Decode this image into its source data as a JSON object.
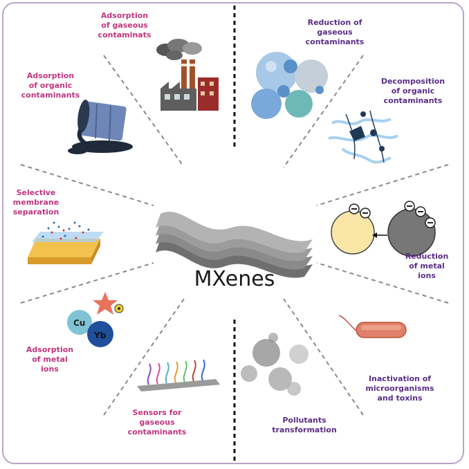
{
  "center_label": "MXenes",
  "labels": {
    "adsorption_gaseous": "Adsorption\nof gaseous\ncontaminats",
    "adsorption_organic": "Adsorption\nof organic\ncontaminants",
    "selective_membrane": "Selective\nmembrane\nseparation",
    "adsorption_metal": "Adsorption\nof metal\nions",
    "sensors_gaseous": "Sensors for\ngaseous\ncontaminants",
    "pollutants_transformation": "Pollutants\ntransformation",
    "inactivation": "Inactivation of\nmicroorganisms\nand toxins",
    "reduction_metal": "Reduction\nof metal\nions",
    "decomposition_organic": "Decomposition\nof organic\ncontaminants",
    "reduction_gaseous": "Reduction of\ngaseous\ncontaminants"
  },
  "element_labels": {
    "cu": "Cu",
    "yb": "Yb"
  },
  "colors": {
    "adsorption_text": "#c0357e",
    "reduction_text": "#5b2d86",
    "frame": "#b9a3c9"
  }
}
